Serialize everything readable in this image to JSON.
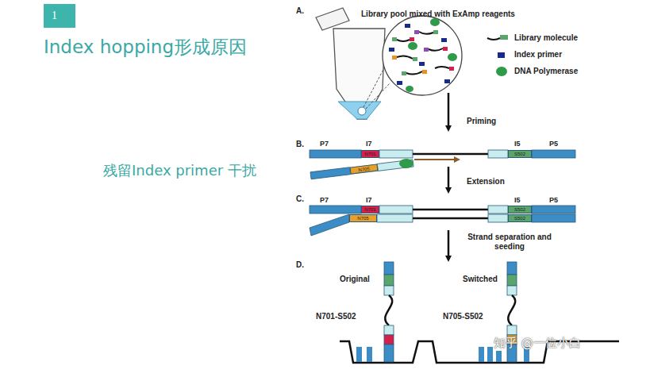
{
  "diagram": {
    "title": "Index hopping形成原因",
    "nodes": [
      {
        "text": [
          "1"
        ]
      },
      {
        "text": [
          "N701"
        ]
      },
      {
        "text": [
          "S502"
        ]
      },
      {
        "text": [
          "N705"
        ]
      },
      {
        "text": [
          "N701"
        ]
      },
      {
        "text": [
          "S502"
        ]
      },
      {
        "text": [
          "N705"
        ]
      },
      {
        "text": [
          "S502"
        ]
      }
    ],
    "labels": [
      "A.",
      "Library pool mixed with ExAmp reagents",
      "Priming",
      "B.",
      "P7",
      "I7",
      "I5",
      "P5",
      "Extension",
      "C.",
      "P7",
      "I7",
      "I5",
      "P5",
      "Strand separation and seeding",
      "D.",
      "Original",
      "Switched",
      "N701-S502",
      "N705-S502",
      "残留Index primer 干扰",
      "知乎 @一位小白"
    ],
    "legend": [
      {
        "text": "Library molecule"
      },
      {
        "text": "Index primer",
        "color": "#1a2a8c"
      },
      {
        "text": "DNA Polymerase"
      }
    ]
  }
}
